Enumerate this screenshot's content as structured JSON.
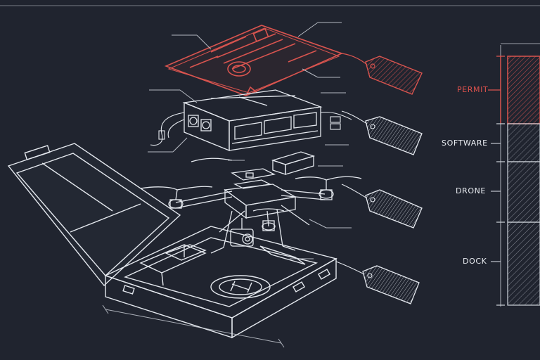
{
  "diagram": {
    "layers": [
      {
        "label": "PERMIT",
        "accent": true
      },
      {
        "label": "SOFTWARE",
        "accent": false
      },
      {
        "label": "DRONE",
        "accent": false
      },
      {
        "label": "DOCK",
        "accent": false
      }
    ]
  },
  "colors": {
    "background": "#20242f",
    "chalk": "#e9ecf1",
    "accent": "#e0524d"
  },
  "components": [
    "permit-document",
    "compute-module",
    "battery",
    "drone",
    "dock-case"
  ]
}
